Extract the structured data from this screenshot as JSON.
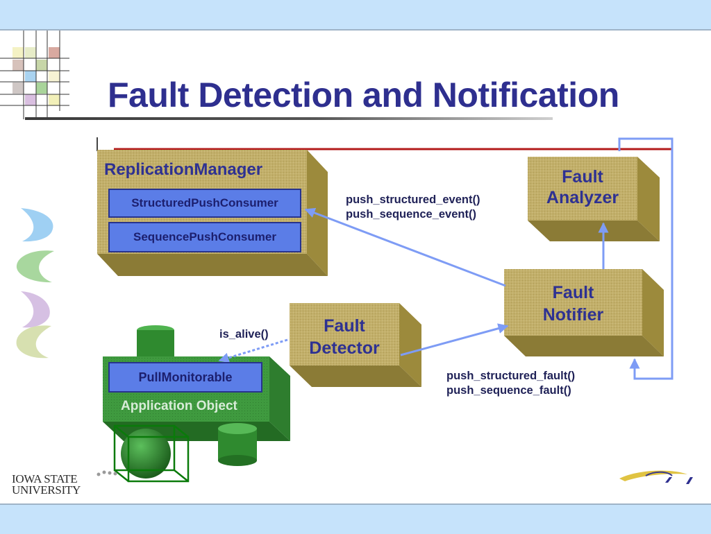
{
  "slide": {
    "title": "Fault Detection and Notification"
  },
  "diagram": {
    "replication_manager": {
      "label": "ReplicationManager",
      "consumers": [
        "StructuredPushConsumer",
        "SequencePushConsumer"
      ]
    },
    "fault_analyzer": {
      "line1": "Fault",
      "line2": "Analyzer"
    },
    "fault_notifier": {
      "line1": "Fault",
      "line2": "Notifier"
    },
    "fault_detector": {
      "line1": "Fault",
      "line2": "Detector"
    },
    "application_object": {
      "label": "Application Object",
      "interface": "PullMonitorable"
    },
    "methods": {
      "push_events": [
        "push_structured_event()",
        "push_sequence_event()"
      ],
      "is_alive": "is_alive()",
      "push_faults": [
        "push_structured_fault()",
        "push_sequence_fault()"
      ]
    }
  },
  "branding": {
    "logo_line1": "IOWA STATE",
    "logo_line2": "UNIVERSITY"
  },
  "colors": {
    "title": "#2e2f8f",
    "box_front": "#c2af6a",
    "box_side": "#9c8a3c",
    "inner_box": "#5b7de7",
    "arrow": "#7e9cf5",
    "app_green": "#3f9a3f",
    "header_band": "#c6e3fb"
  }
}
